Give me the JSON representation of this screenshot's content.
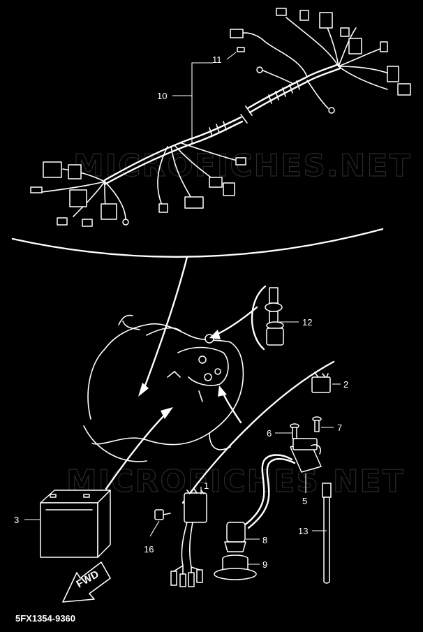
{
  "diagram": {
    "watermark": "MICROFICHES.NET",
    "diagram_code": "5FX1354-9360",
    "direction_label": "FWD",
    "callouts": [
      "1",
      "2",
      "3",
      "5",
      "6",
      "7",
      "8",
      "9",
      "10",
      "11",
      "12",
      "13",
      "16"
    ]
  },
  "colors": {
    "background": "#000000",
    "line": "#ffffff",
    "watermark": "#2a2a2a"
  }
}
